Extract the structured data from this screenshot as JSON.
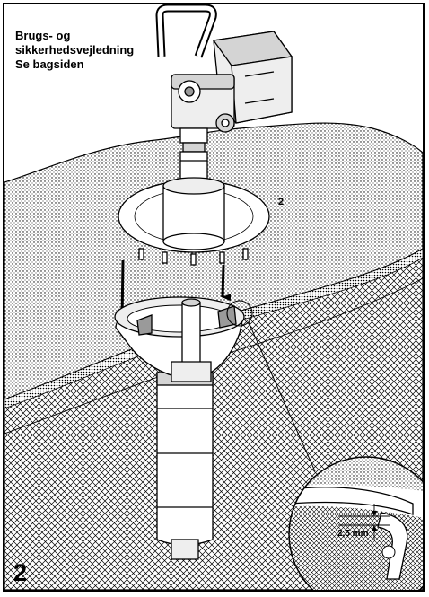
{
  "instructions": {
    "line1": "Brugs- og",
    "line2": "sikkerhedsvejledning",
    "line3": "Se bagsiden"
  },
  "figure_number": "2",
  "part_label": "2",
  "dimension_label": "2,5 mm",
  "colors": {
    "ink": "#000000",
    "paper": "#ffffff",
    "metal_light": "#eeeeee",
    "metal_mid": "#d4d4d4",
    "metal_dark": "#9a9a9a"
  }
}
